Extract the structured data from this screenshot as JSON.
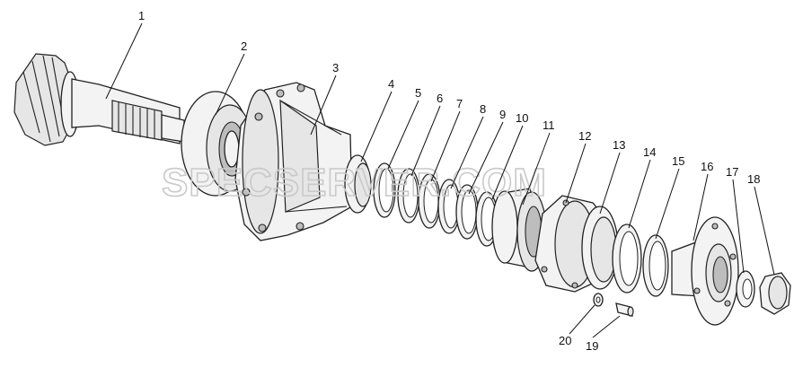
{
  "watermark": "SPECSERVER.COM",
  "callouts": [
    {
      "id": "1",
      "label": "1"
    },
    {
      "id": "2",
      "label": "2"
    },
    {
      "id": "3",
      "label": "3"
    },
    {
      "id": "4",
      "label": "4"
    },
    {
      "id": "5",
      "label": "5"
    },
    {
      "id": "6",
      "label": "6"
    },
    {
      "id": "7",
      "label": "7"
    },
    {
      "id": "8",
      "label": "8"
    },
    {
      "id": "9",
      "label": "9"
    },
    {
      "id": "10",
      "label": "10"
    },
    {
      "id": "11",
      "label": "11"
    },
    {
      "id": "12",
      "label": "12"
    },
    {
      "id": "13",
      "label": "13"
    },
    {
      "id": "14",
      "label": "14"
    },
    {
      "id": "15",
      "label": "15"
    },
    {
      "id": "16",
      "label": "16"
    },
    {
      "id": "17",
      "label": "17"
    },
    {
      "id": "18",
      "label": "18"
    },
    {
      "id": "19",
      "label": "19"
    },
    {
      "id": "20",
      "label": "20"
    }
  ]
}
